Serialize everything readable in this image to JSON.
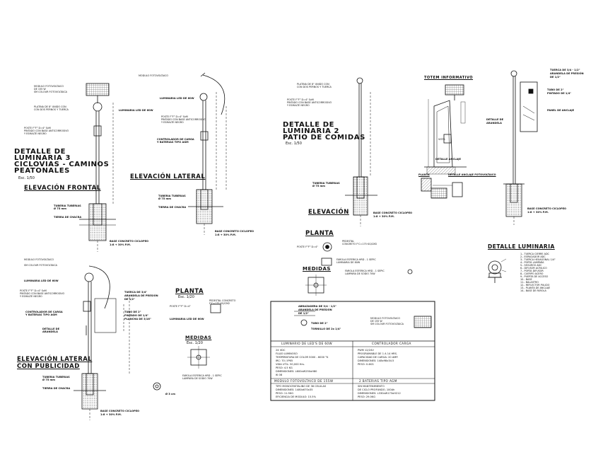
{
  "views": {
    "luminaria3": {
      "title": [
        "DETALLE DE",
        "LUMINARIA 3",
        "CICLOVIAS - CAMINOS",
        "PEATONALES"
      ],
      "scale": "Esc. 1/50",
      "frontal": {
        "heading": "ELEVACIÓN FRONTAL",
        "labels": [
          "MODULO FOTOVOLTAICO",
          "DE 155 W",
          "SM COLOUR FOTOVOLTAICA",
          "PLATINA DE 8\" UNIDO CON",
          "CON DOS PERNOS Y TUERCA",
          "POSTE F°F° D=4\" SxM",
          "PINTADO CON BASE ANTICORROSIVO",
          "Y ESMALTE NEGRO",
          "LUMINARIA LED DE 60W",
          "TUBERIA TUBERIAS",
          "Ø 75 mm",
          "TIERRA DE CHACRA",
          "BASE CONCRETO CICLOPEO",
          "1:8 + 30% P.M."
        ]
      },
      "lateral": {
        "heading": "ELEVACIÓN LATERAL",
        "labels": [
          "MODULO FOTOVOLTAICO",
          "LUMINARIA LED DE 60W",
          "POSTE F°F° D=4\" SxM",
          "PINTADO CON BASE ANTICORROSIVO",
          "Y ESMALTE NEGRO",
          "CONTROLADOR DE CARGA",
          "Y BATERIAS TIPO AGM",
          "TUBERIA TUBERIAS",
          "Ø 75 mm",
          "TIERRA DE CHACRA",
          "BASE CONCRETO CICLOPEO",
          "1:8 + 30% P.M."
        ]
      }
    },
    "luminaria2": {
      "title": [
        "DETALLE DE",
        "LUMINARIA 2",
        "PATIO DE COMIDAS"
      ],
      "scale": "Esc. 1/50",
      "heading": "ELEVACIÓN",
      "labels": [
        "PLATINA DE 8\" UNIDO CON",
        "CON DOS PERNOS Y TUERCA",
        "POSTE F°F° D=4\" SxM",
        "PINTADO CON BASE ANTICORROSIVO",
        "Y ESMALTE NEGRO",
        "TUBERIA TUBERIAS",
        "Ø 75 mm",
        "BASE CONCRETO CICLOPEO",
        "1:8 + 30% P.M."
      ],
      "planta": {
        "heading": "PLANTA",
        "labels": [
          "POSTE F°F° D=4\"",
          "PEDESTAL",
          "CONCRETO F'C=175 KG/CM2",
          "FAROLA ESFERICA HRD - 1 SEPIC",
          "LUMINARIA DE 80W"
        ]
      },
      "medidas": {
        "heading": "MEDIDAS",
        "labels": [
          "FAROLA ESFERICA HRD - 1 SEPIC",
          "LAMPARA DE SODIO 70W"
        ]
      }
    },
    "totem": {
      "heading": "TOTEM INFORMATIVO",
      "labels": [
        "VISTA",
        "PLANTA",
        "DETALLE ANCLAJE",
        "DETALLE ANCLAJE FOTOVOLTAICO"
      ]
    },
    "luminaria_detail": {
      "top_labels": [
        "TUERCA DE 3/4 - 1/2\"",
        "ARANDELA DE PRESIÓN",
        "DE 1/2\"",
        "TUBO DE 2\"",
        "PINTADO DE 1/4\"",
        "PANEL DE ANCLAJE",
        "DETALLE DE",
        "ARANDELA"
      ],
      "bottom_labels": [
        "BASE CONCRETO CICLOPEO",
        "1:8 + 30% P.M."
      ],
      "heading": "DETALLE LUMINARIA",
      "legend": [
        "1.- TUERCA CIERRE ADC",
        "2.- ESPACIADOR ADC",
        "3.- TUERCA HEXAGONAL 1/4\"",
        "4.- PORTA LAMPARA",
        "5.- SEGUROS ADC",
        "6.- DIFUSOR ACRILICO",
        "7.- PORTA DIFUSOR",
        "8.- CUERPO ACERO",
        "9.- PUERTA DE ACCESO",
        "10.- BASE",
        "11.- BALASTRO",
        "12.- REFLECTOR PULIDO",
        "13.- PLANTA DE ANCLAJE",
        "14.- BASE DE FAROLA"
      ]
    },
    "publicidad": {
      "heading": [
        "ELEVACIÓN LATERAL",
        "CON PUBLICIDAD"
      ],
      "labels": [
        "MODULO FOTOVOLTAICO",
        "SM COLOUR FOTOVOLTAICA",
        "LUMINARIA LED DE 60W",
        "POSTE F°F° D=4\" SxM",
        "PINTADO CON BASE ANTICORROSIVO",
        "Y ESMALTE NEGRO",
        "CONTROLADOR DE CARGA",
        "Y BATERIAS TIPO AGM",
        "DETALLE DE",
        "ARANDELA",
        "TUERCA DE 3/4\"",
        "ARANDELA DE PRESIÓN",
        "DE 1/2\"",
        "TUBO DE 2\"",
        "PINTADO DE 1/4\"",
        "PLANCHA DE 3/16\"",
        "LUMINARIA LED DE 60W",
        "TUBERIA TUBERIAS",
        "Ø 75 mm",
        "TIERRA DE CHACRA",
        "BASE CONCRETO CICLOPEO",
        "1:8 + 30% P.M."
      ],
      "planta": {
        "heading": "PLANTA",
        "scale": "Esc. 1/20",
        "labels": [
          "POSTE F°F° D=4\"",
          "PEDESTAL CONCRETO",
          "F'C=175 KG/CM2"
        ]
      },
      "medidas": {
        "heading": "MEDIDAS",
        "scale": "Esc. 1/20",
        "labels": [
          "FAROLA ESFERICA HRD - 1 SEPIC",
          "LAMPARA DE SODIO 70W",
          "Ø 3 cm"
        ]
      }
    }
  },
  "spec_table": {
    "detail_labels": [
      "ABRAZADERA DE 3/4 - 1/2\"",
      "ARANDELA DE PRESIÓN",
      "DE 1/2\"",
      "TUBO DE 2\"",
      "TORNILLO DE 2x 1/4\""
    ],
    "module_labels": [
      "MODULO FOTOVOLTAICO",
      "DE 155 W",
      "SM COLOUR FOTOVOLTAICA"
    ],
    "headers": [
      "LUMINARIO DE LED'S DE 60W",
      "CONTROLADOR CARGA"
    ],
    "left_rows": [
      "24 VDC",
      "FLUJO LUMINOSO",
      "TEMPERATURA DE COLOR 5000 - 6000 °K",
      "IRC: 70 / IP65",
      "VIDA UTIL: 50,000 Hrs.",
      "PESO: 4.5 KG",
      "DIMENSIONES: L600xW250xH80",
      "IK 08"
    ],
    "right_rows": [
      "PWM 12/24V",
      "PROGRAMABLE DE 1 A 14 HRS.",
      "CAPACIDAD DE CARGA: 20 AMP.",
      "DIMENSIONES: 148x98x34.5",
      "PESO: 0.4KG"
    ],
    "headers2": [
      "MODULO FOTOVOLTAICO DE 155W",
      "2 BATERIAS TIPO AGM"
    ],
    "left_rows2": [
      "TIPO MONOCRISTALINO DE 36 CELULAS",
      "DIMENSIONES: 1480x670x35",
      "PESO: 11.5KG",
      "EFICIENCIA DE MODULO: 15.5%"
    ],
    "right_rows2": [
      "SIN MANTENIMIENTO",
      "DE CICLO PROFUNDO, 100Ah",
      "DIMENSIONES: L330xW173xH212",
      "PESO: 29.0KG"
    ]
  }
}
